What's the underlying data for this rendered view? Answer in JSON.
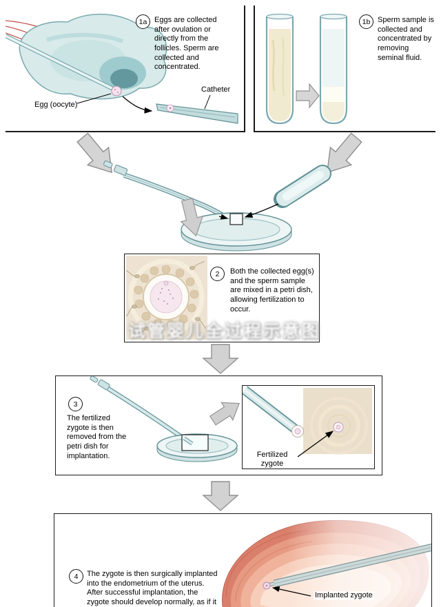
{
  "watermark": {
    "text": "试管婴儿全过程示意图"
  },
  "colors": {
    "teal_outline": "#5f9095",
    "teal_fill": "#d8eaea",
    "arrow_gray": "#d4d4d4",
    "dish_fill": "#edf5f5",
    "beige": "#eadfcb",
    "uterus_red": "#d97f6c",
    "egg_pink": "#f6e2ee"
  },
  "steps": {
    "s1a": {
      "num": "1a",
      "text": "Eggs are collected after ovulation or directly from the follicles. Sperm are collected and concentrated."
    },
    "s1b": {
      "num": "1b",
      "text": "Sperm sample is collected and concentrated by removing seminal fluid."
    },
    "s2": {
      "num": "2",
      "text": "Both the collected egg(s) and the sperm sample are mixed in a petri dish, allowing fertilization to occur."
    },
    "s3": {
      "num": "3",
      "text": "The fertilized zygote is then removed from the petri dish for implantation."
    },
    "s4": {
      "num": "4",
      "text": "The zygote is then surgically implanted into the endometrium of the uterus. After successful implantation, the zygote should develop normally, as if it had been fertilized in the female's oviducts."
    }
  },
  "labels": {
    "egg": "Egg (oocyte)",
    "catheter": "Catheter",
    "fertilized_zygote": "Fertilized zygote",
    "implanted_zygote": "Implanted zygote"
  }
}
